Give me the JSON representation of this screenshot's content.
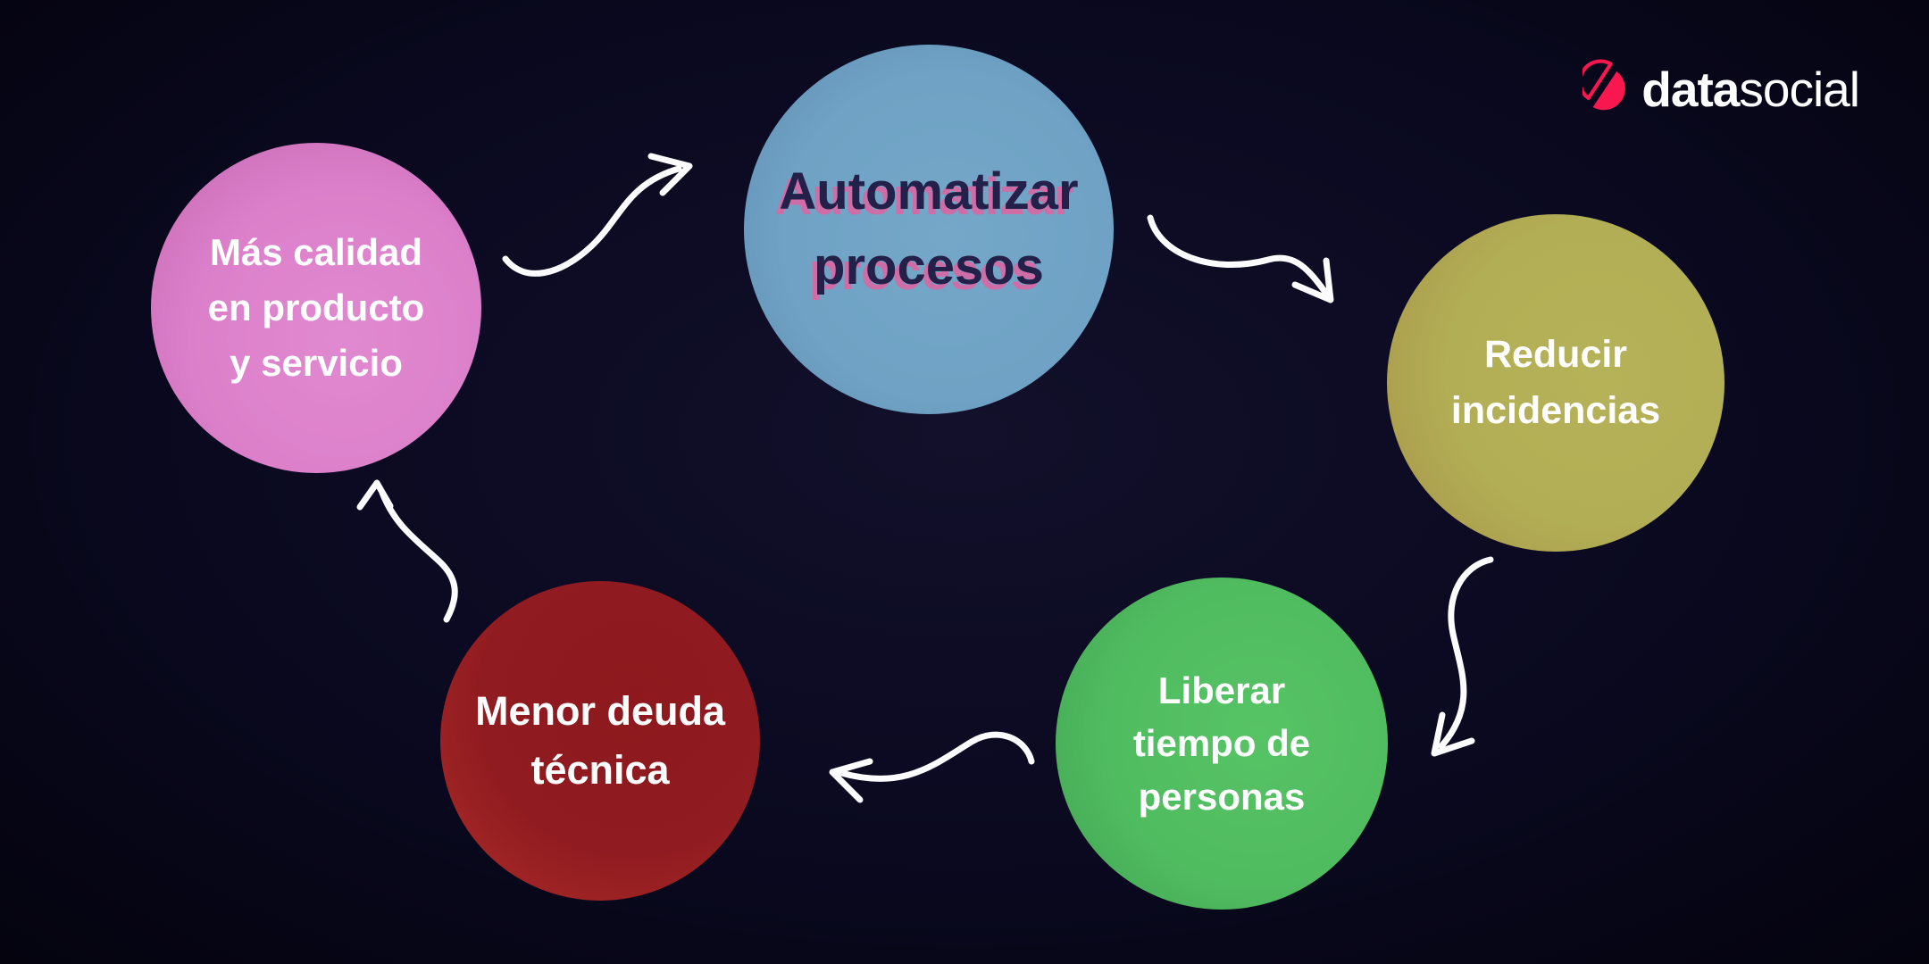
{
  "brand": {
    "wordmark_bold": "data",
    "wordmark_light": "social",
    "icon": "split-circle-icon",
    "icon_color": "#F9174F",
    "text_color": "#FFFFFF"
  },
  "palette": {
    "background": "#0A0920",
    "arrow_color": "#FFFFFF",
    "title_text_color": "#232149",
    "title_shadow_color": "#CF6DA6"
  },
  "cycle": {
    "nodes": {
      "automatizar": {
        "label": "Automatizar procesos",
        "line1": "Automatizar",
        "line2": "procesos",
        "color": "#6FA2C4"
      },
      "reducir": {
        "label": "Reducir incidencias",
        "line1": "Reducir",
        "line2": "incidencias",
        "color": "#B2AE55"
      },
      "liberar": {
        "label": "Liberar tiempo de personas",
        "line1": "Liberar",
        "line2": "tiempo de",
        "line3": "personas",
        "color": "#50BC60"
      },
      "menor": {
        "label": "Menor deuda técnica",
        "line1": "Menor deuda",
        "line2": "técnica",
        "color": "#8E1B20"
      },
      "calidad": {
        "label": "Más calidad en producto y servicio",
        "line1": "Más calidad",
        "line2": "en producto",
        "line3": "y servicio",
        "color": "#DC7FCA"
      }
    },
    "flow": [
      "calidad → automatizar",
      "automatizar → reducir",
      "reducir → liberar",
      "liberar → menor",
      "menor → calidad"
    ]
  }
}
